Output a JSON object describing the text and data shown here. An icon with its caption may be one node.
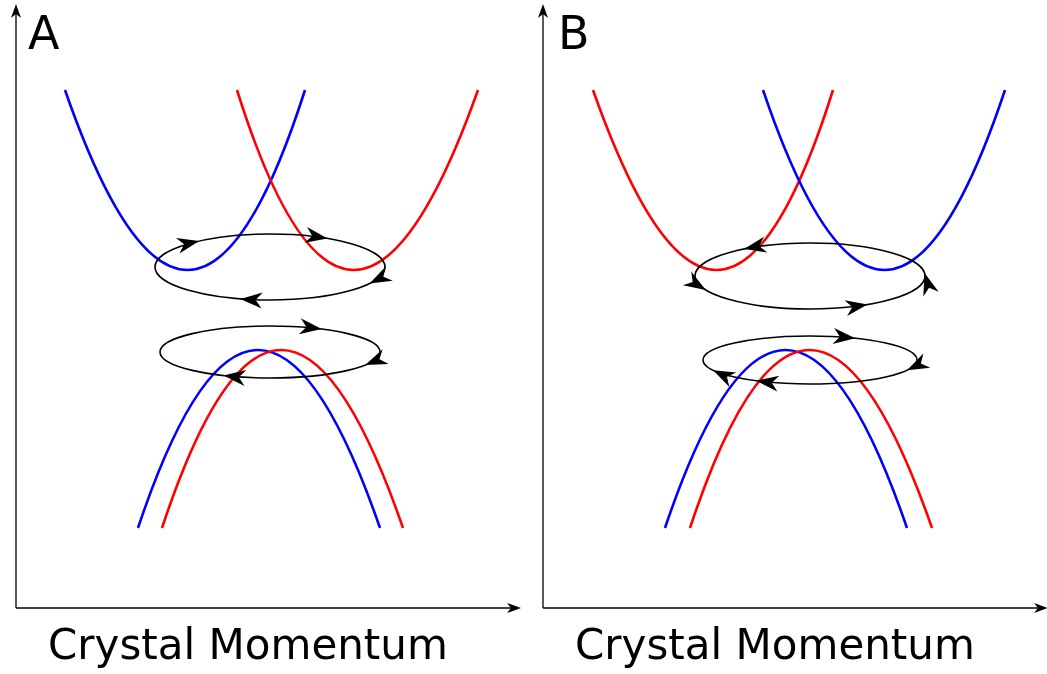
{
  "diagram": {
    "labels": [
      "A",
      "Crystal Momentum",
      "B",
      "Crystal Momentum"
    ]
  }
}
